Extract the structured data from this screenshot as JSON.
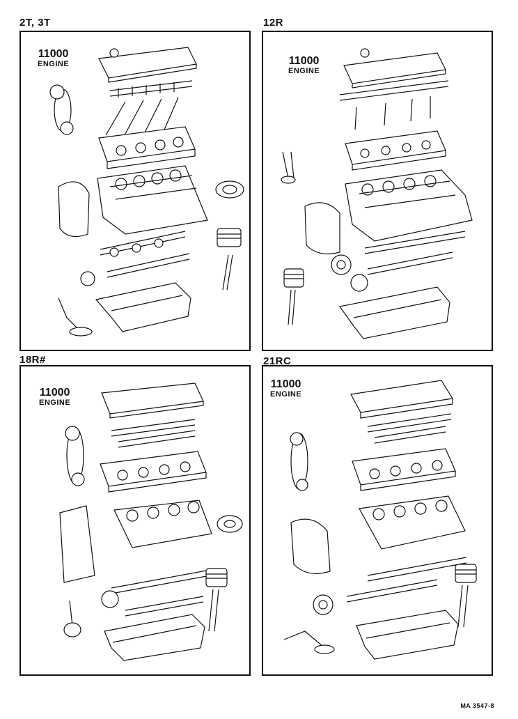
{
  "panels": [
    {
      "title": "2T, 3T",
      "engine_number": "11000",
      "engine_word": "ENGINE"
    },
    {
      "title": "12R",
      "engine_number": "11000",
      "engine_word": "ENGINE"
    },
    {
      "title": "18R#",
      "engine_number": "11000",
      "engine_word": "ENGINE"
    },
    {
      "title": "21RC",
      "engine_number": "11000",
      "engine_word": "ENGINE"
    }
  ],
  "footer": {
    "code": "MA 3547-8"
  },
  "icons": [
    "engine-exploded-view-icon"
  ]
}
